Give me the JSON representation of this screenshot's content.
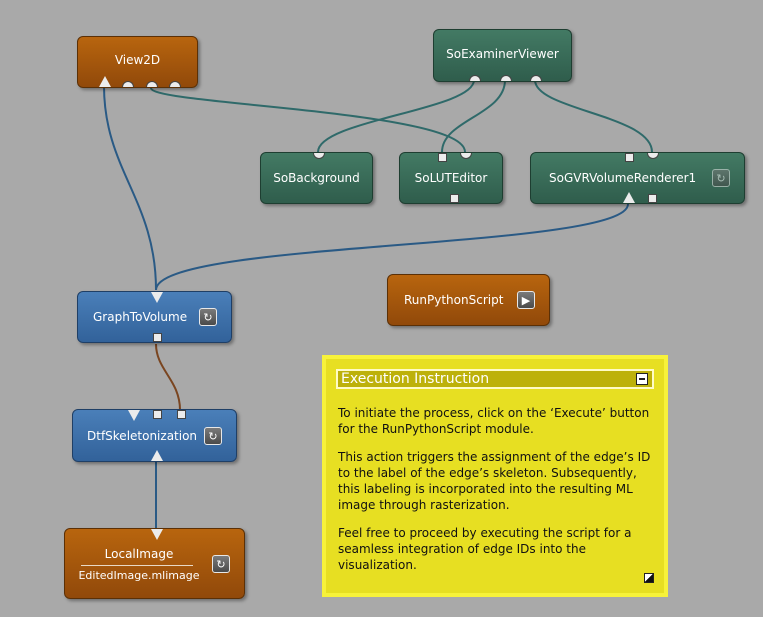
{
  "colors": {
    "canvas": "#a9a9a9",
    "orange_module": "#a65a0c",
    "green_module": "#3a6b57",
    "blue_module": "#3f71aa",
    "note_background": "#e7df22",
    "note_border": "#f7f23a",
    "wire_image": "#2a5a85",
    "wire_inventor": "#2f6a6a",
    "wire_base": "#7a4520"
  },
  "modules": {
    "view2d": {
      "label": "View2D"
    },
    "examiner": {
      "label": "SoExaminerViewer"
    },
    "background": {
      "label": "SoBackground"
    },
    "lut_editor": {
      "label": "SoLUTEditor"
    },
    "volume_renderer": {
      "label": "SoGVRVolumeRenderer1",
      "button_icon": "refresh-icon"
    },
    "run_python": {
      "label": "RunPythonScript",
      "button_icon": "play-icon"
    },
    "graph_to_volume": {
      "label": "GraphToVolume",
      "button_icon": "refresh-icon"
    },
    "skeletonization": {
      "label": "DtfSkeletonization",
      "button_icon": "refresh-icon"
    },
    "local_image": {
      "label": "LocalImage",
      "sublabel": "EditedImage.mlimage",
      "button_icon": "refresh-icon"
    }
  },
  "note": {
    "title": "Execution Instruction",
    "paragraphs": [
      "To initiate the process, click on the ‘Execute’ button for the RunPythonScript module.",
      "This action triggers the assignment of the edge’s ID to the label of the edge’s skeleton. Subsequently, this labeling is incorporated into the resulting ML image through rasterization.",
      "Feel free to proceed by executing the script for a seamless integration of edge IDs into the visualization."
    ]
  }
}
